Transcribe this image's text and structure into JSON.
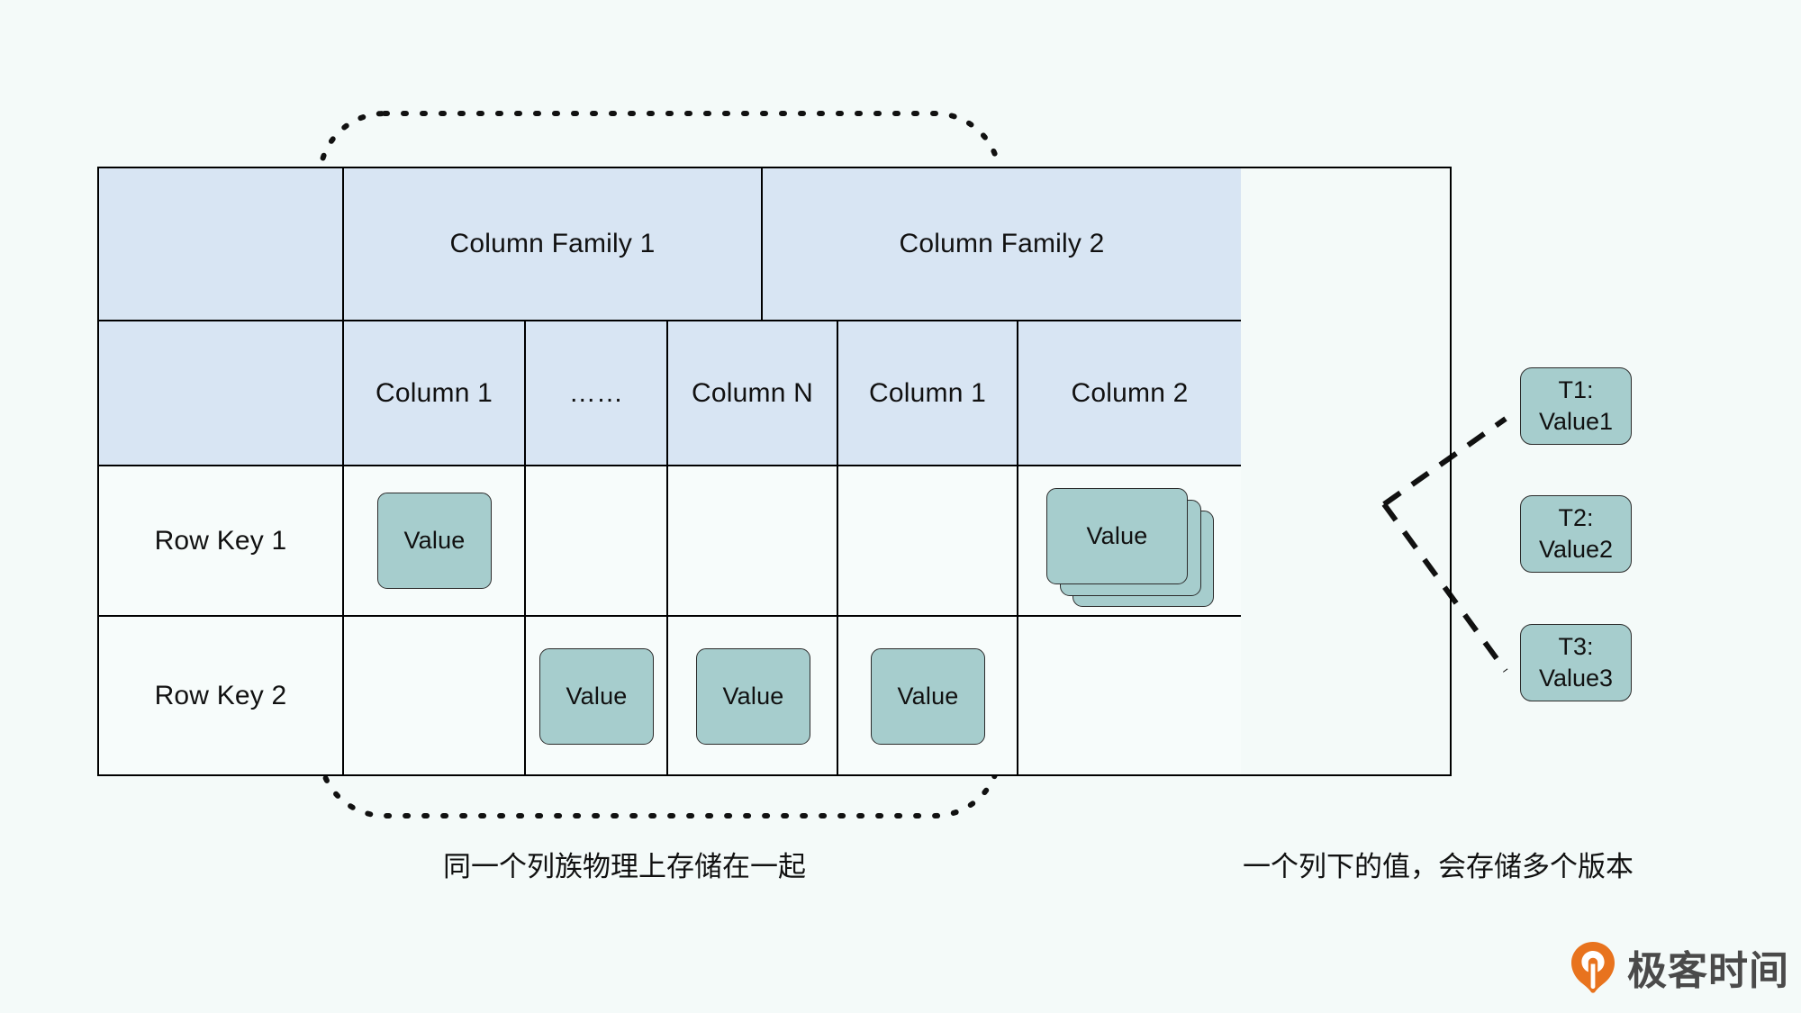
{
  "diagram": {
    "background_color": "#f4faf9",
    "header_fill": "#d8e5f3",
    "value_fill": "#a6cdcd",
    "line_color": "#000000"
  },
  "table": {
    "corner_label": "",
    "column_families": [
      {
        "label": "Column Family 1"
      },
      {
        "label": "Column Family 2"
      }
    ],
    "columns": [
      {
        "label": "Column 1"
      },
      {
        "label": "……"
      },
      {
        "label": "Column N"
      },
      {
        "label": "Column 1"
      },
      {
        "label": "Column 2"
      }
    ],
    "rows": [
      {
        "key": "Row Key 1",
        "cells": [
          {
            "value": "Value",
            "type": "single"
          },
          {
            "value": "",
            "type": "empty"
          },
          {
            "value": "",
            "type": "empty"
          },
          {
            "value": "",
            "type": "empty"
          },
          {
            "value": "Value",
            "type": "stacked",
            "stack_count": 3
          }
        ]
      },
      {
        "key": "Row Key 2",
        "cells": [
          {
            "value": "",
            "type": "empty"
          },
          {
            "value": "Value",
            "type": "single"
          },
          {
            "value": "Value",
            "type": "single"
          },
          {
            "value": "Value",
            "type": "single"
          },
          {
            "value": "",
            "type": "empty"
          }
        ]
      }
    ]
  },
  "versions": [
    {
      "timestamp": "T1:",
      "value": "Value1"
    },
    {
      "timestamp": "T2:",
      "value": "Value2"
    },
    {
      "timestamp": "T3:",
      "value": "Value3"
    }
  ],
  "captions": {
    "left": "同一个列族物理上存储在一起",
    "right": "一个列下的值，会存储多个版本"
  },
  "branding": {
    "name": "极客时间",
    "mark_color": "#e8731e",
    "text_color": "#4a4a4a"
  }
}
